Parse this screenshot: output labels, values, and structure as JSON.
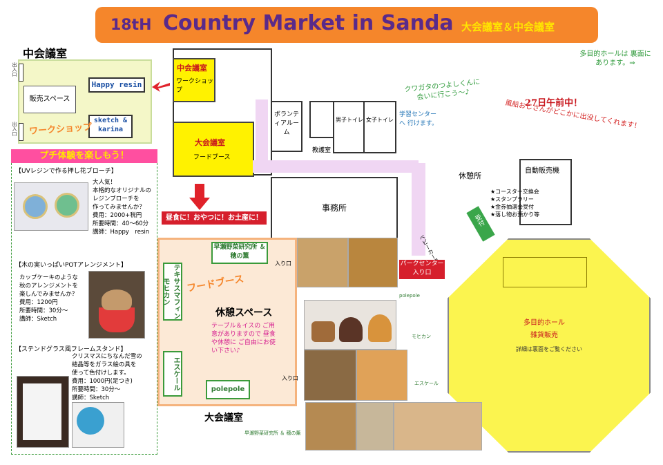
{
  "header": {
    "edition": "18tH",
    "title": "Country Market in Sanda",
    "rooms": "大会議室＆中会議室"
  },
  "notes": {
    "hall_back": "多目的ホールは 裏面にあります。⇒",
    "kuwagata": "クワガタのつよしくんに 会いに行こう～♪",
    "date": "27日午前中！",
    "balloon": "風船おじさんがどこかに出没してくれます！",
    "learning_center": "学習センターへ 行けます。"
  },
  "middle_room": {
    "title": "中会議室",
    "sales": "販売スペース",
    "workshop": "ワークショップ",
    "happy_resin": "Happy resin",
    "sketch": "sketch & karina",
    "entrance": "出入口"
  },
  "workshops": {
    "heading": "プチ体験を楽しもう！",
    "items": [
      {
        "title": "【UVレジンで作る押し花ブローチ】",
        "lines": [
          "大人気！",
          "本格的なオリジナルの",
          "レジンブローチを",
          "作ってみませんか？",
          "費用：2000+税円",
          "所要時間：40～60分",
          "講師：Happy　resin"
        ]
      },
      {
        "title": "【木の実いっぱいPOTアレンジメント】",
        "lines": [
          "カップケーキのような",
          "秋のアレンジメントを",
          "楽しんでみませんか？",
          "費用：1200円",
          "所要時間：30分～",
          "講師：Sketch"
        ]
      },
      {
        "title": "【ステンドグラス風フレームスタンド】",
        "lines": [
          "クリスマスにちなんだ雪の",
          "結晶等をガラス絵の具を",
          "使って色付けします。",
          "費用：1000円(足つき)",
          "所要時間：30分～",
          "講師：Sketch"
        ]
      }
    ]
  },
  "floor": {
    "mid_room": "中会議室",
    "workshop": "ワークショップ",
    "big_room": "大会議室",
    "food_booth": "フードブース",
    "volunteer": "ボランティアルーム",
    "mens": "男子トイレ",
    "womens": "女子トイレ",
    "education": "教護室",
    "office": "事務所",
    "rest": "休憩所",
    "vending": "自動販売機",
    "reception": "受付",
    "stroller": "ベビーカー置き場",
    "services": [
      "★コースター交換会",
      "★スタンプラリー",
      "★金券抽選会受付",
      "★落し物お預かり等"
    ],
    "hall_title": "多目的ホール",
    "hall_sub": "雑貨販売",
    "hall_detail": "詳細は裏面をご覧ください",
    "lunch": "昼食に！おやつに！お土産に！",
    "park_center": "パークセンター 入り口"
  },
  "big_room": {
    "title": "大会議室",
    "food_booth": "フードブース",
    "rest_space": "休憩スペース",
    "rest_desc": "テーブル＆イスの ご用意がありますので 昼食や休憩に ご自由にお使い下さい♪",
    "hayase": "早瀬野菜研究所 ＆ 穂の薫",
    "text_muffin": "テキサスマフィン モヒカン",
    "escale": "エスケール",
    "polepole": "polepole",
    "entrance": "入り口"
  },
  "captions": {
    "polepole": "polepole",
    "mohican": "モヒカン",
    "escale": "エスケール",
    "hayase": "早瀬野菜研究所 ＆ 穂の薫"
  },
  "colors": {
    "banner": "#f5862b",
    "title": "#5a2a8a",
    "hall": "#fbf44f",
    "accent_red": "#d61f2c"
  }
}
